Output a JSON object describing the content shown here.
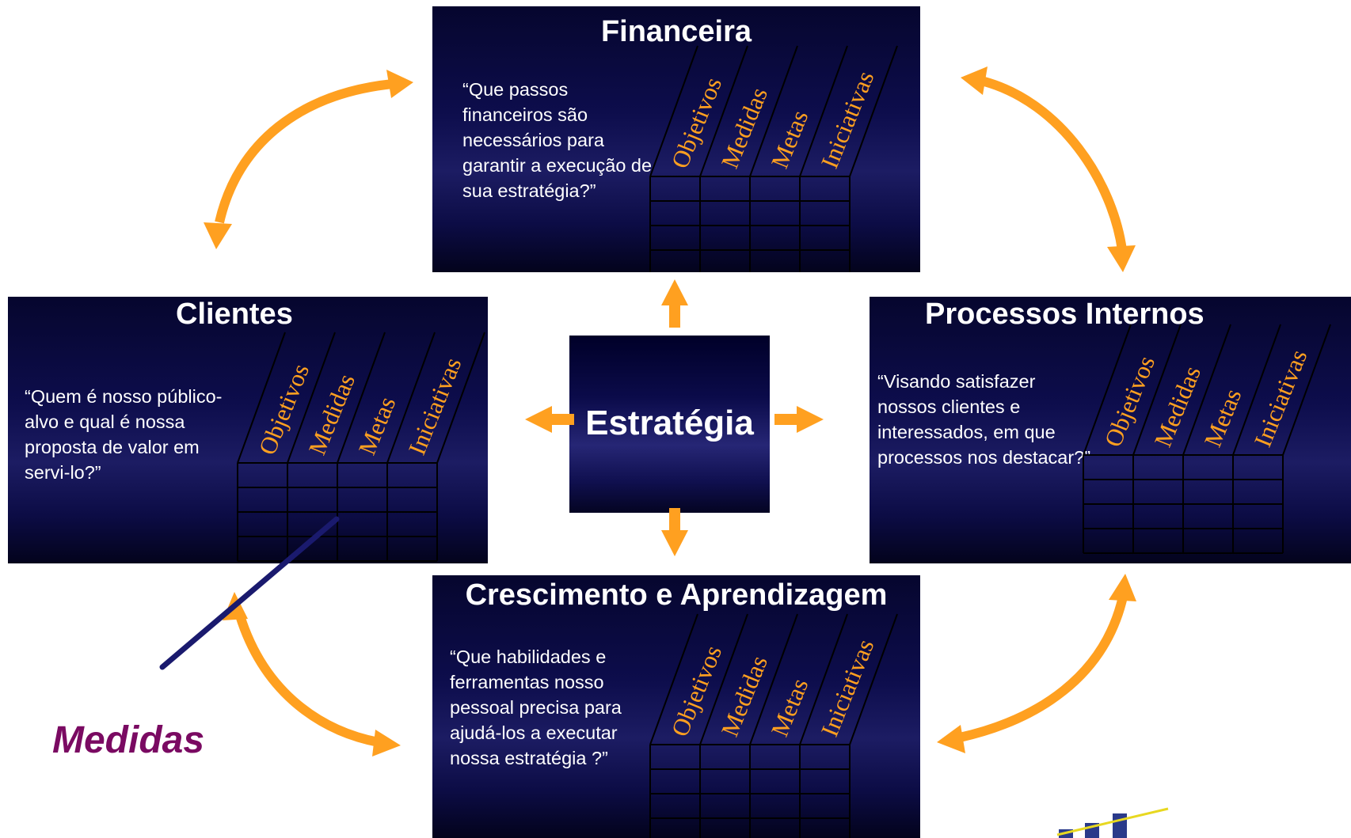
{
  "strategy": {
    "label": "Estratégia"
  },
  "grid_columns": [
    "Objetivos",
    "Medidas",
    "Metas",
    "Iniciativas"
  ],
  "panels": {
    "financeira": {
      "title": "Financeira",
      "question": "“Que passos financeiros são necessários para garantir a execução de sua estratégia?”"
    },
    "clientes": {
      "title": "Clientes",
      "question": "“Quem é nosso público-alvo e qual é nossa proposta de valor em servi-lo?”"
    },
    "processos": {
      "title": "Processos Internos",
      "question": "“Visando satisfazer nossos clientes e interessados, em que processos nos destacar?”"
    },
    "crescimento": {
      "title": "Crescimento e Aprendizagem",
      "question": "“Que habilidades e ferramentas nosso pessoal precisa para ajudá-los a executar nossa estratégia ?”"
    }
  },
  "callout": {
    "label": "Medidas"
  },
  "colors": {
    "panel_background": "#0d0d4c",
    "arrow": "#ffa020",
    "column_label": "#ffa020",
    "callout_text": "#7a0a62",
    "callout_pointer": "#1a1a6e"
  }
}
